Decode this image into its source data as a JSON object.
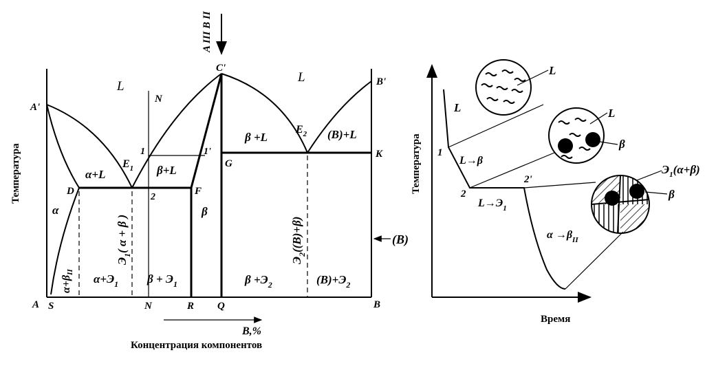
{
  "phase_diagram": {
    "y_axis_label": "Температура",
    "x_axis_caption": "Концентрация компонентов",
    "x_arrow_label": "B,%",
    "alloy_marker_label": "A III B II",
    "points": {
      "A": "A",
      "S": "S",
      "N_bottom": "N",
      "R": "R",
      "Q": "Q",
      "B": "B",
      "A_prime": "A'",
      "B_prime": "B'",
      "C_prime": "C'",
      "D": "D",
      "E1": "E1",
      "F": "F",
      "G": "G",
      "E2": "E2",
      "K": "K",
      "N_top": "N",
      "one": "1",
      "one_prime": "1'",
      "two": "2"
    },
    "regions": {
      "L_left": "L",
      "L_right": "L",
      "alpha_L": "α+L",
      "beta_L_left": "β+L",
      "beta_L_right": "β +L",
      "B_L": "(B)+L",
      "alpha": "α",
      "beta": "β",
      "alpha_betaII": "α+βII",
      "alpha_E1": "α+Э1",
      "beta_E1": "β + Э1",
      "beta_E2": "β +Э2",
      "B_E2": "(B)+Э2",
      "eutectic1": "Э1(α + β)",
      "eutectic2": "Э2((B)+β)",
      "B_phase": "(B)"
    }
  },
  "cooling_curve": {
    "y_axis_label": "Температура",
    "x_axis_label": "Время",
    "points": {
      "one": "1",
      "two": "2",
      "two_prime": "2'"
    },
    "stages": {
      "liquid": "L",
      "L_to_beta": "L→β",
      "L_to_E1": "L→Э1",
      "alpha_to_betaII": "α→βII"
    },
    "circle_labels": {
      "c1_L": "L",
      "c2_L": "L",
      "c2_beta": "β",
      "c3_eutectic": "Э1(α+β)",
      "c3_beta": "β"
    }
  }
}
